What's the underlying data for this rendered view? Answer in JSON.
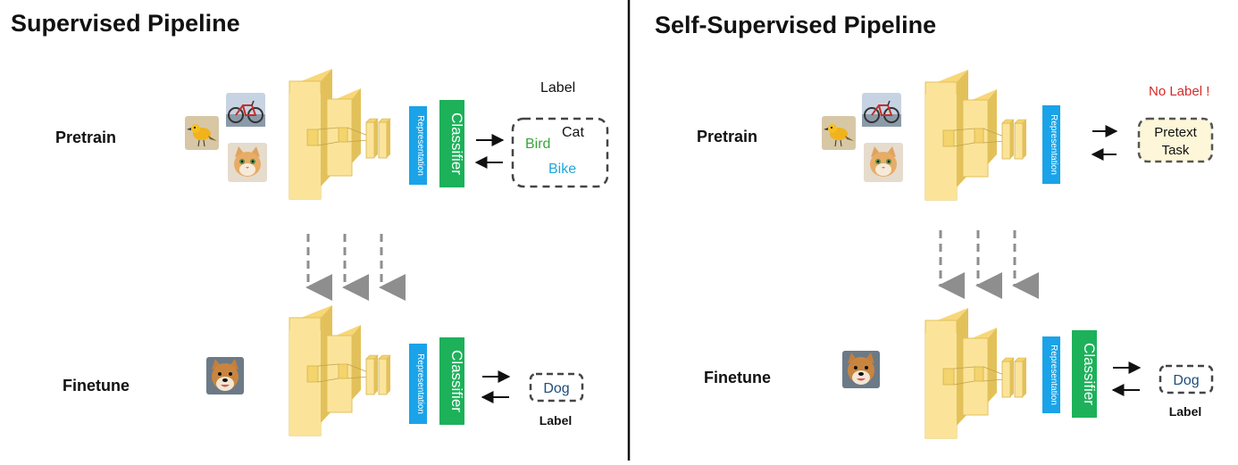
{
  "left": {
    "title": "Supervised Pipeline",
    "pretrain_label": "Pretrain",
    "finetune_label": "Finetune",
    "representation": "Representation",
    "classifier": "Classifier",
    "label_top": "Label",
    "classes": {
      "cat": "Cat",
      "bird": "Bird",
      "bike": "Bike"
    },
    "dog": "Dog",
    "label_bottom": "Label"
  },
  "right": {
    "title": "Self-Supervised Pipeline",
    "pretrain_label": "Pretrain",
    "finetune_label": "Finetune",
    "representation": "Representation",
    "classifier": "Classifier",
    "no_label": "No Label !",
    "pretext_line1": "Pretext",
    "pretext_line2": "Task",
    "dog": "Dog",
    "label_bottom": "Label"
  },
  "colors": {
    "layer_front": "#fbe49a",
    "layer_side": "#e9c966",
    "representation": "#1aa3e8",
    "classifier": "#1db15a",
    "bird_text": "#3aa53a",
    "bike_text": "#1ea8d8",
    "dog_text": "#1e4d7a",
    "no_label": "#d42a2a",
    "pretext_fill": "#fdf6d8"
  },
  "icons": [
    "bird-image",
    "bicycle-image",
    "cat-image",
    "dog-image"
  ]
}
